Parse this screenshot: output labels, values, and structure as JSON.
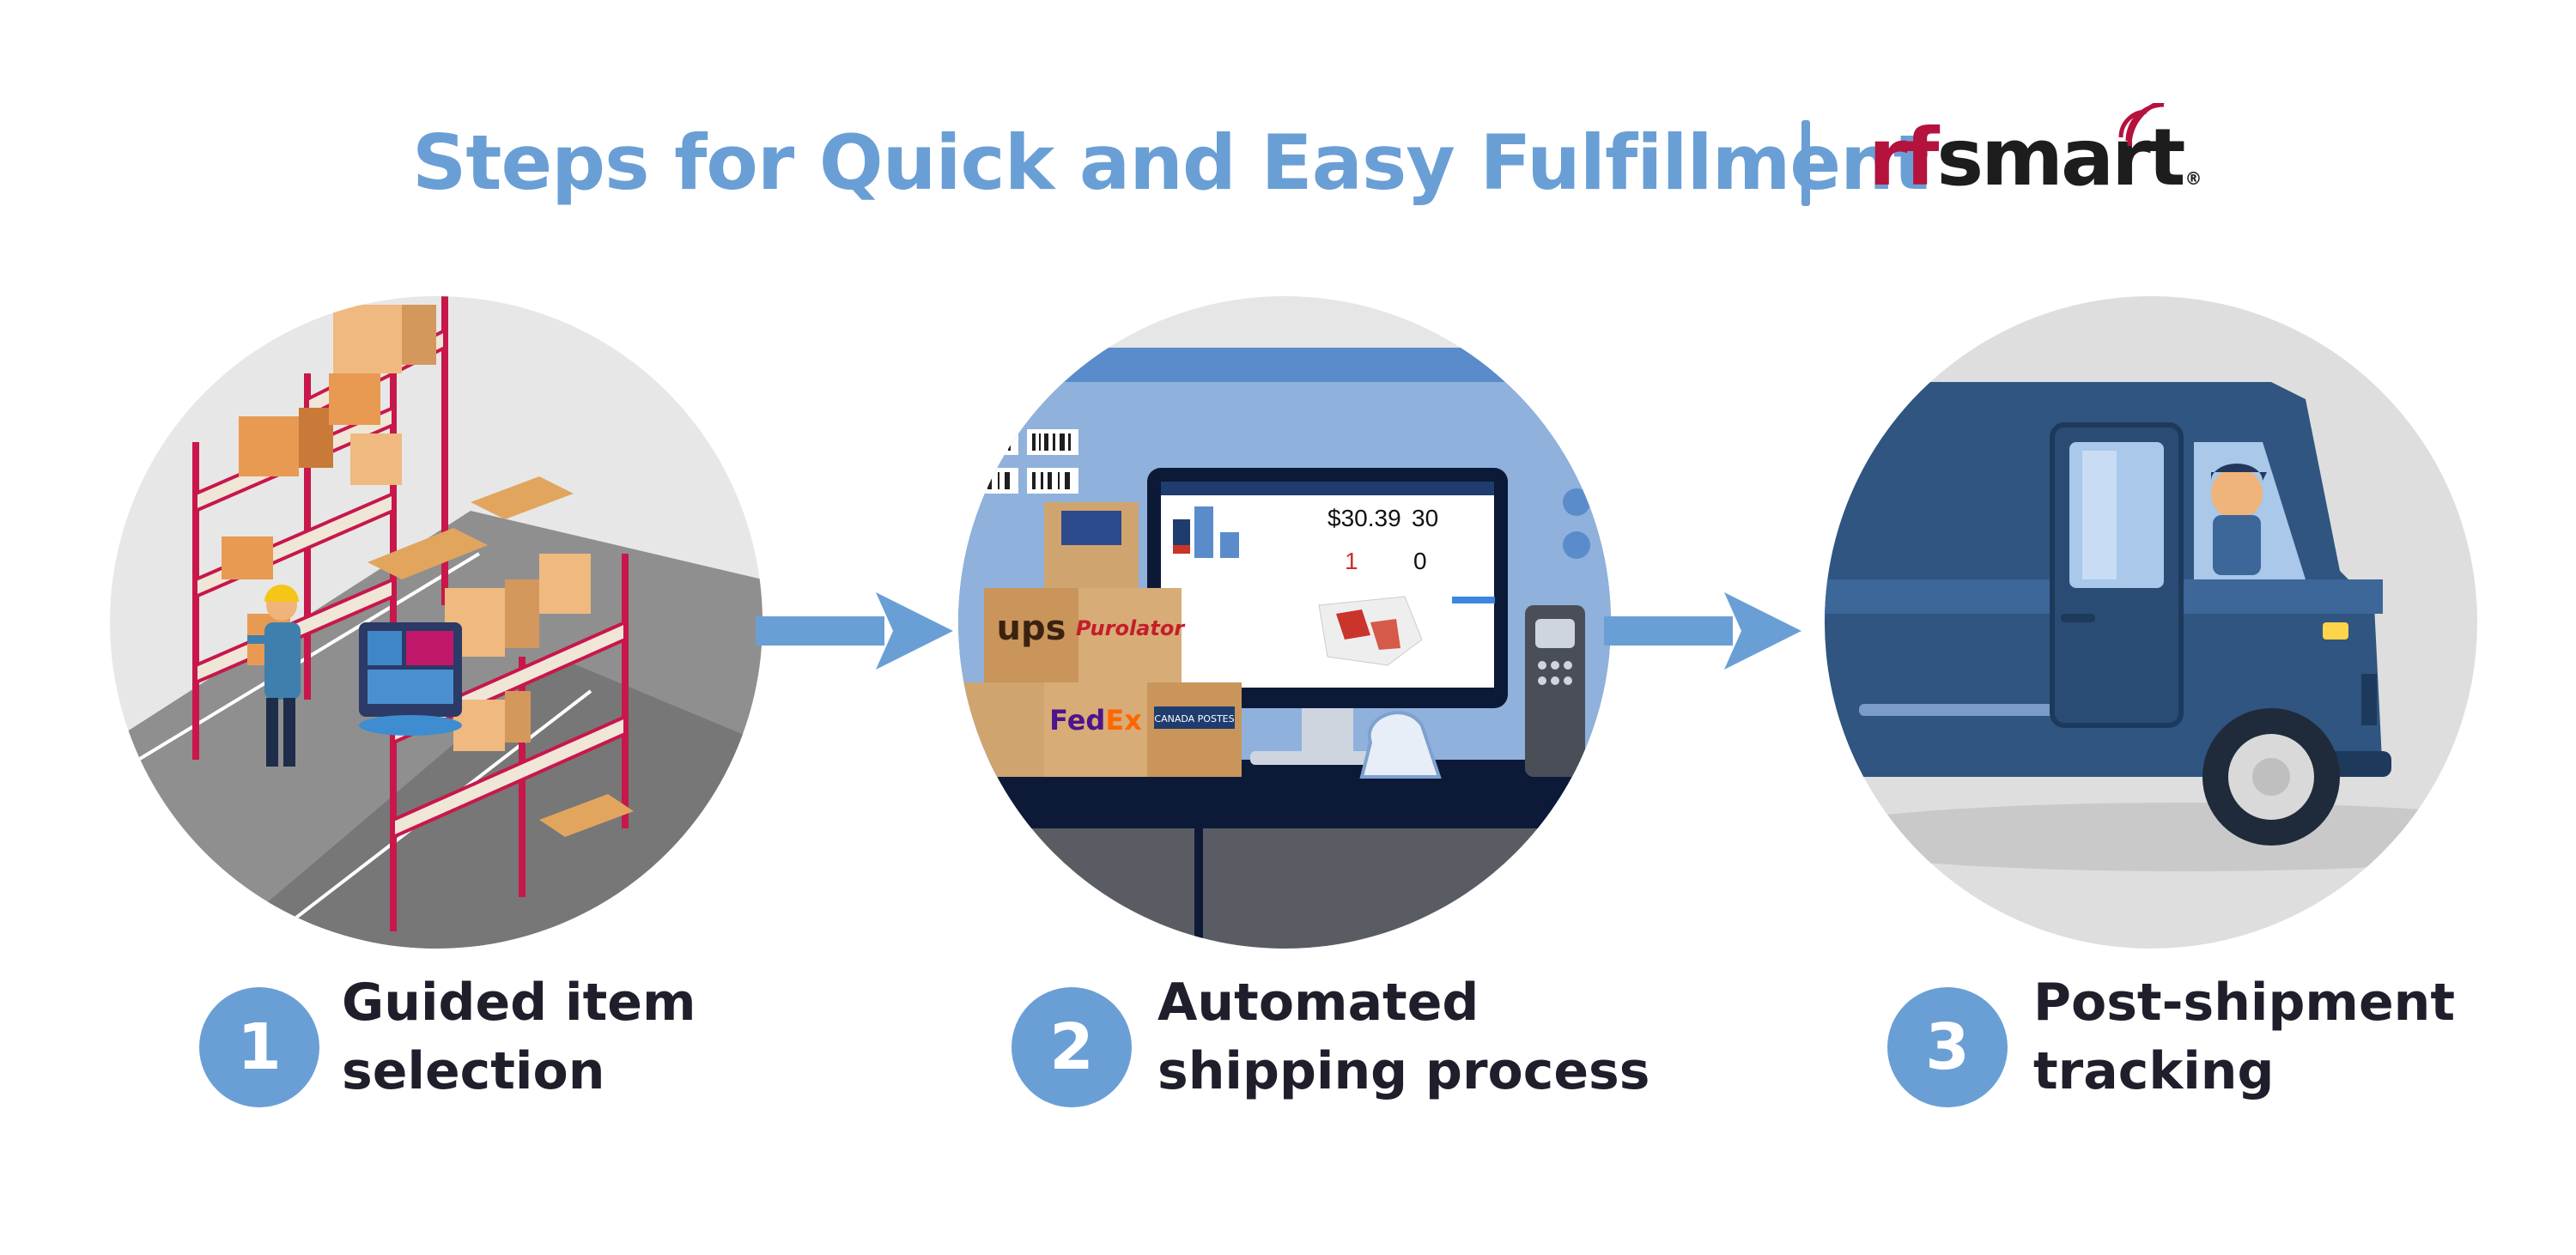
{
  "header": {
    "title": "Steps for Quick and Easy Fulfillment",
    "logo": {
      "rf": "rf",
      "smart": "smart",
      "reg": "®"
    }
  },
  "colors": {
    "accent": "#6a9fd6",
    "brand_red": "#b5123e",
    "text_dark": "#1f1f2c",
    "truck_blue": "#2f5580"
  },
  "steps": [
    {
      "number": "1",
      "line1": "Guided item",
      "line2": "selection",
      "icon": "warehouse-illustration"
    },
    {
      "number": "2",
      "line1": "Automated",
      "line2": "shipping process",
      "icon": "shipping-station-illustration"
    },
    {
      "number": "3",
      "line1": "Post-shipment",
      "line2": "tracking",
      "icon": "delivery-truck-illustration"
    }
  ],
  "screen": {
    "amount": "$30.39",
    "count": "30",
    "red_value": "1",
    "zero_value": "0"
  },
  "carriers": {
    "ups": "ups",
    "fedex_a": "Fed",
    "fedex_b": "Ex",
    "purolator": "Purolator",
    "canada_post": "CANADA POSTES"
  }
}
